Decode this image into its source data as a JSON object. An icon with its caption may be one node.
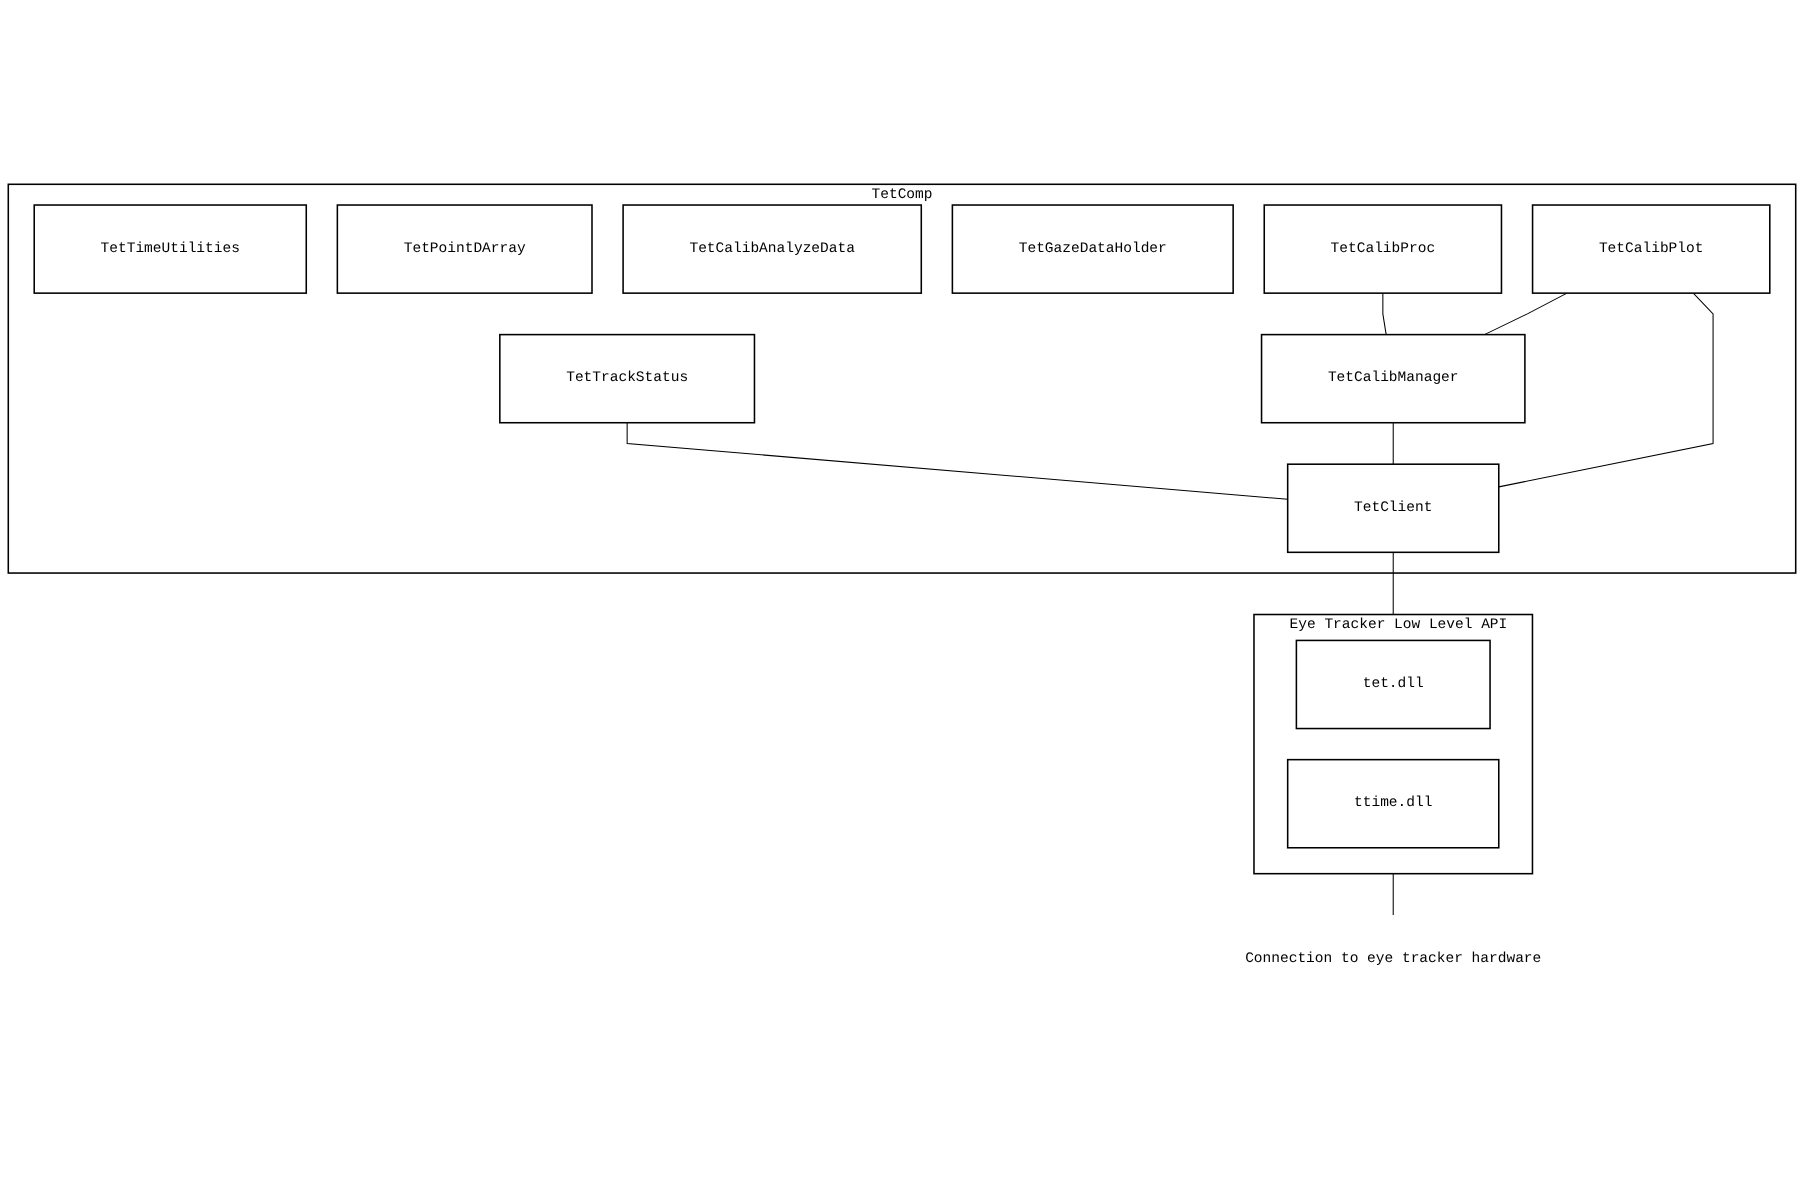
{
  "diagram": {
    "nodes": [
      {
        "text": [
          "TetComp"
        ]
      },
      {
        "text": [
          "TetCalibProc"
        ],
        "in": 0
      },
      {
        "text": [
          "TetCalibPlot"
        ],
        "in": 0
      },
      {
        "text": [
          "TetTrackStatus"
        ],
        "in": 0
      },
      {
        "text": [
          "TetCalibManager"
        ],
        "in": 0
      },
      {
        "text": [
          "TetTimeUtilities"
        ],
        "in": 0
      },
      {
        "text": [
          "TetPointDArray"
        ],
        "in": 0
      },
      {
        "text": [
          "TetCalibAnalyzeData"
        ],
        "in": 0
      },
      {
        "text": [
          "TetGazeDataHolder"
        ],
        "in": 0
      },
      {
        "text": [
          "TetClient"
        ],
        "in": 0
      },
      {
        "text": [
          "Eye Tracker Low Level API"
        ]
      },
      {
        "text": [
          "tet.dll"
        ],
        "in": 10
      },
      {
        "text": [
          "ttime.dll"
        ],
        "in": 10
      },
      {
        "text": [
          "Connection to eye tracker hardware"
        ]
      }
    ],
    "edges": [
      {
        "from": 1,
        "to": 4,
        "arrow": "none"
      },
      {
        "from": 2,
        "to": 4,
        "arrow": "none"
      },
      {
        "from": 2,
        "to": 9,
        "arrow": "none"
      },
      {
        "from": 4,
        "to": 9,
        "arrow": "none"
      },
      {
        "from": 3,
        "to": 9,
        "arrow": "none"
      },
      {
        "from": 9,
        "to": 10,
        "arrow": "none"
      },
      {
        "from": 10,
        "to": 13,
        "arrow": "none"
      }
    ]
  }
}
